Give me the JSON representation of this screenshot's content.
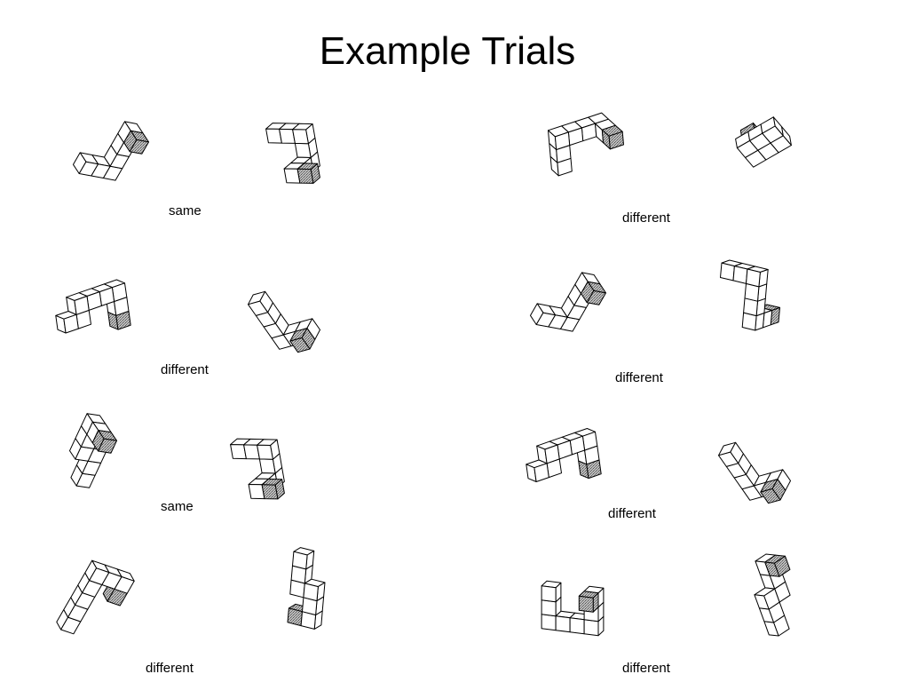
{
  "slide": {
    "title": "Example Trials"
  },
  "trials": [
    {
      "answer": "same"
    },
    {
      "answer": "different"
    },
    {
      "answer": "different"
    },
    {
      "answer": "different"
    },
    {
      "answer": "same"
    },
    {
      "answer": "different"
    },
    {
      "answer": "different"
    },
    {
      "answer": "different"
    }
  ],
  "figure_style": {
    "cube_face_color": "#ffffff",
    "end_cube_shading": "stippled gray",
    "end_cube_shade_color": "#9a9a9a",
    "line_color": "#000000"
  }
}
